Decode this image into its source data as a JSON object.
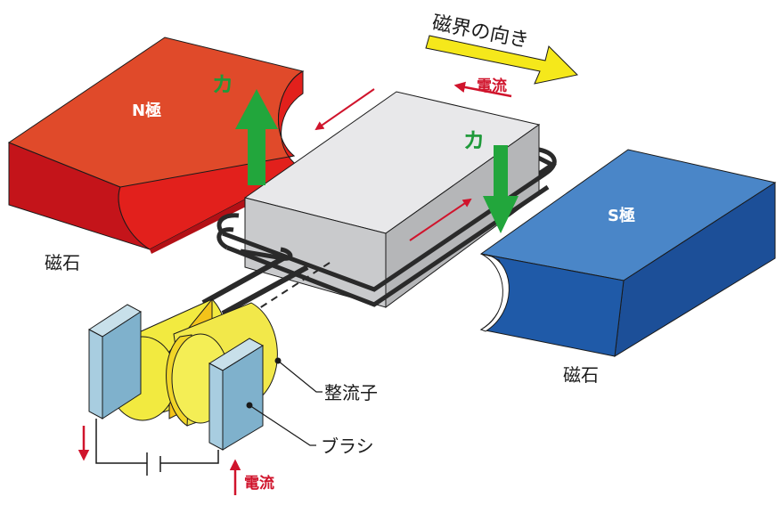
{
  "labels": {
    "field_direction": "磁界の向き",
    "current_top": "電流",
    "current_bottom": "電流",
    "force_left": "カ",
    "force_right": "カ",
    "n_pole": "N極",
    "s_pole": "S極",
    "magnet_left": "磁石",
    "magnet_right": "磁石",
    "commutator": "整流子",
    "brush": "ブラシ"
  },
  "colors": {
    "n_pole": "#e04a2a",
    "s_pole": "#2360b0",
    "coil": "#d5d6d8",
    "force_arrow": "#22a63c",
    "force_text": "#1f9a3a",
    "current": "#d0142c",
    "field_arrow": "#f5e81b",
    "commutator": "#f2ea40",
    "brush": "#a8cde0"
  }
}
